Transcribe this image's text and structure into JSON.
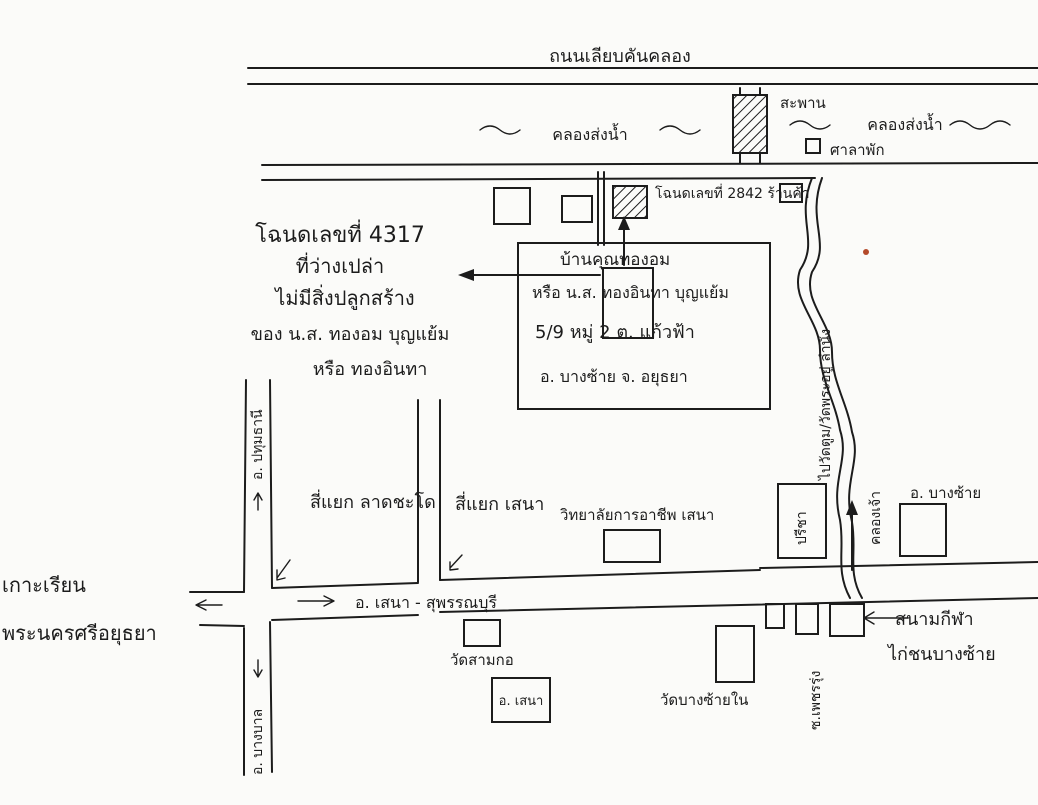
{
  "map": {
    "top_road_label": "ถนนเลียบคันคลอง",
    "canal_left_label": "คลองส่งน้ำ",
    "canal_right_label": "คลองส่งน้ำ",
    "bridge_label": "สะพาน",
    "pavilion_label": "ศาลาพัก",
    "neighbor_label": "โฉนดเลขที่ 2842 ร้านค้า",
    "house_line1": "บ้านคุณทองอม",
    "house_line2": "หรือ น.ส. ทองอินทา บุญแย้ม",
    "house_line3": "5/9 หมู่ 2 ต. แก้วฟ้า",
    "house_line4": "อ. บางซ้าย จ. อยุธยา",
    "subject_line1": "โฉนดเลขที่ 4317",
    "subject_line2": "ที่ว่างเปล่า",
    "subject_line3": "ไม่มีสิ่งปลูกสร้าง",
    "subject_line4": "ของ น.ส. ทองอม บุญแย้ม",
    "subject_line5": "หรือ ทองอินทา",
    "road_pathum": "อ. ปทุมธานี",
    "intersection_chaiyaphruek": "สี่แยก ลาดชะโด",
    "intersection_sena": "สี่แยก เสนา",
    "college_label": "วิทยาลัยการอาชีพ เสนา",
    "river_label": "ไปวัดตูม/วัดพระอยู่ ลำนัง",
    "amphoe_bangsai": "อ. บางซ้าย",
    "police_label": "ปรีชา",
    "bang_chao_label": "คลองเจ้า",
    "koh_riang": "เกาะเรียน",
    "phra_nakhon": "พระนครศรีอยุธยา",
    "main_road": "อ. เสนา - สุพรรณบุรี",
    "wat_samkho": "วัดสามกอ",
    "amphoe_sena_box": "อ. เสนา",
    "wat_bangsai": "วัดบางซ้ายใน",
    "market_line1": "สนามกีฬา",
    "market_line2": "ไก่ชนบางซ้าย",
    "lane_label": "ซ.เพชรรุ่ง",
    "road_bangban": "อ. บางบาล"
  }
}
